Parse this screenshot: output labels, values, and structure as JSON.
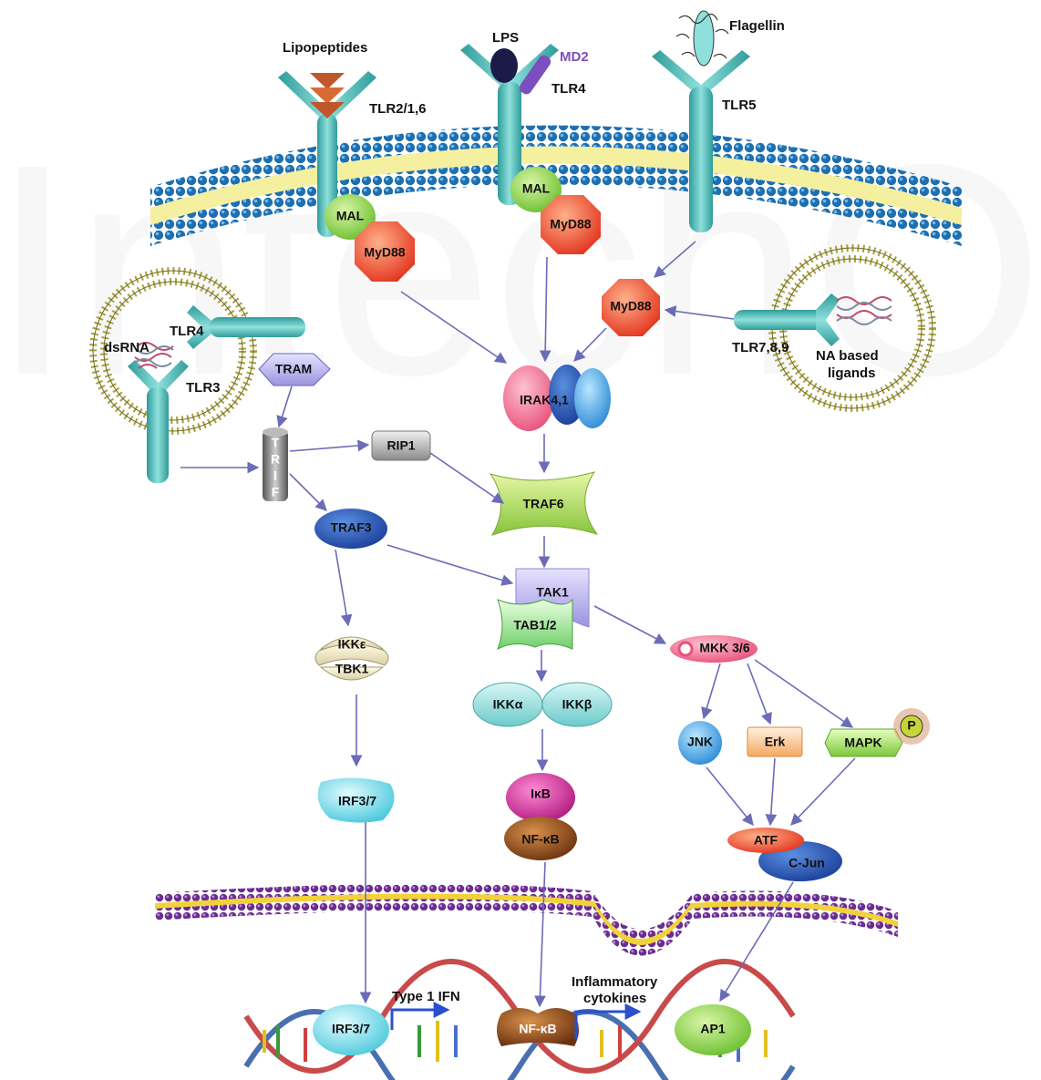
{
  "watermark": "IntechOpen",
  "receptors": {
    "tlr2": "TLR2/1,6",
    "tlr4_surface": "TLR4",
    "tlr5": "TLR5",
    "tlr4_endo": "TLR4",
    "tlr3": "TLR3",
    "tlr789": "TLR7,8,9"
  },
  "ligands": {
    "lipopeptides": "Lipopeptides",
    "lps": "LPS",
    "md2": "MD2",
    "flagellin": "Flagellin",
    "dsrna": "dsRNA",
    "na_based_line1": "NA based",
    "na_based_line2": "ligands"
  },
  "adaptors": {
    "mal": "MAL",
    "myd88": "MyD88",
    "tram": "TRAM",
    "trif_letters": [
      "T",
      "R",
      "I",
      "F"
    ]
  },
  "nodes": {
    "irak": "IRAK4,1",
    "rip1": "RIP1",
    "traf6": "TRAF6",
    "traf3": "TRAF3",
    "tak1": "TAK1",
    "tab12": "TAB1/2",
    "ikke": "IKKε",
    "tbk1": "TBK1",
    "ikka": "IKKα",
    "ikkb": "IKKβ",
    "mkk36": "MKK 3/6",
    "jnk": "JNK",
    "erk": "Erk",
    "mapk": "MAPK",
    "p": "P",
    "irf37": "IRF3/7",
    "ikb": "IκB",
    "nfkb": "NF-κB",
    "atf": "ATF",
    "cjun": "C-Jun"
  },
  "nucleus": {
    "irf37": "IRF3/7",
    "nfkb": "NF-κB",
    "ap1": "AP1",
    "type1ifn": "Type 1 IFN",
    "inflammatory_line1": "Inflammatory",
    "inflammatory_line2": "cytokines"
  },
  "colors": {
    "receptor": "#4fc3c0",
    "membrane_head": "#1f6fb0",
    "membrane_core": "#f5f0a0",
    "nuclear_head": "#6a2d8f",
    "nuclear_core": "#f2d23a",
    "arrow": "#6b6bb8",
    "mal": "#8fd14f",
    "myd88": "#e8402a",
    "md2": "#7b4fbf"
  }
}
